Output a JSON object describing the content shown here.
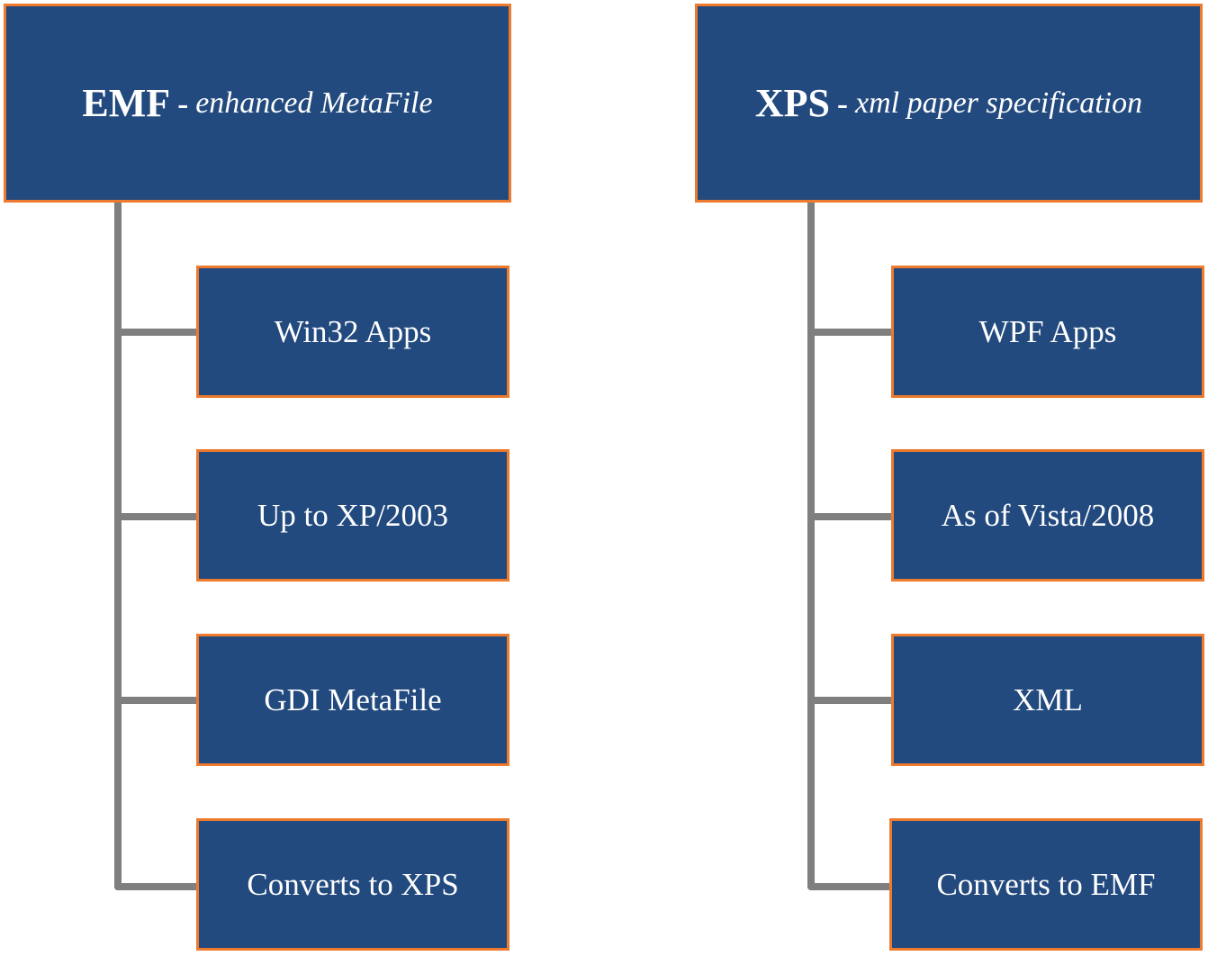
{
  "trees": [
    {
      "root": {
        "abbr": "EMF",
        "separator": "-",
        "full": "enhanced MetaFile"
      },
      "children": [
        "Win32 Apps",
        "Up to XP/2003",
        "GDI MetaFile",
        "Converts to XPS"
      ]
    },
    {
      "root": {
        "abbr": "XPS",
        "separator": "-",
        "full": "xml paper specification"
      },
      "children": [
        "WPF Apps",
        "As of Vista/2008",
        "XML",
        "Converts to EMF"
      ]
    }
  ],
  "colors": {
    "box_fill": "#224a7e",
    "box_border": "#ee7a2e",
    "connector": "#7f7f7f",
    "text": "#ffffff"
  }
}
